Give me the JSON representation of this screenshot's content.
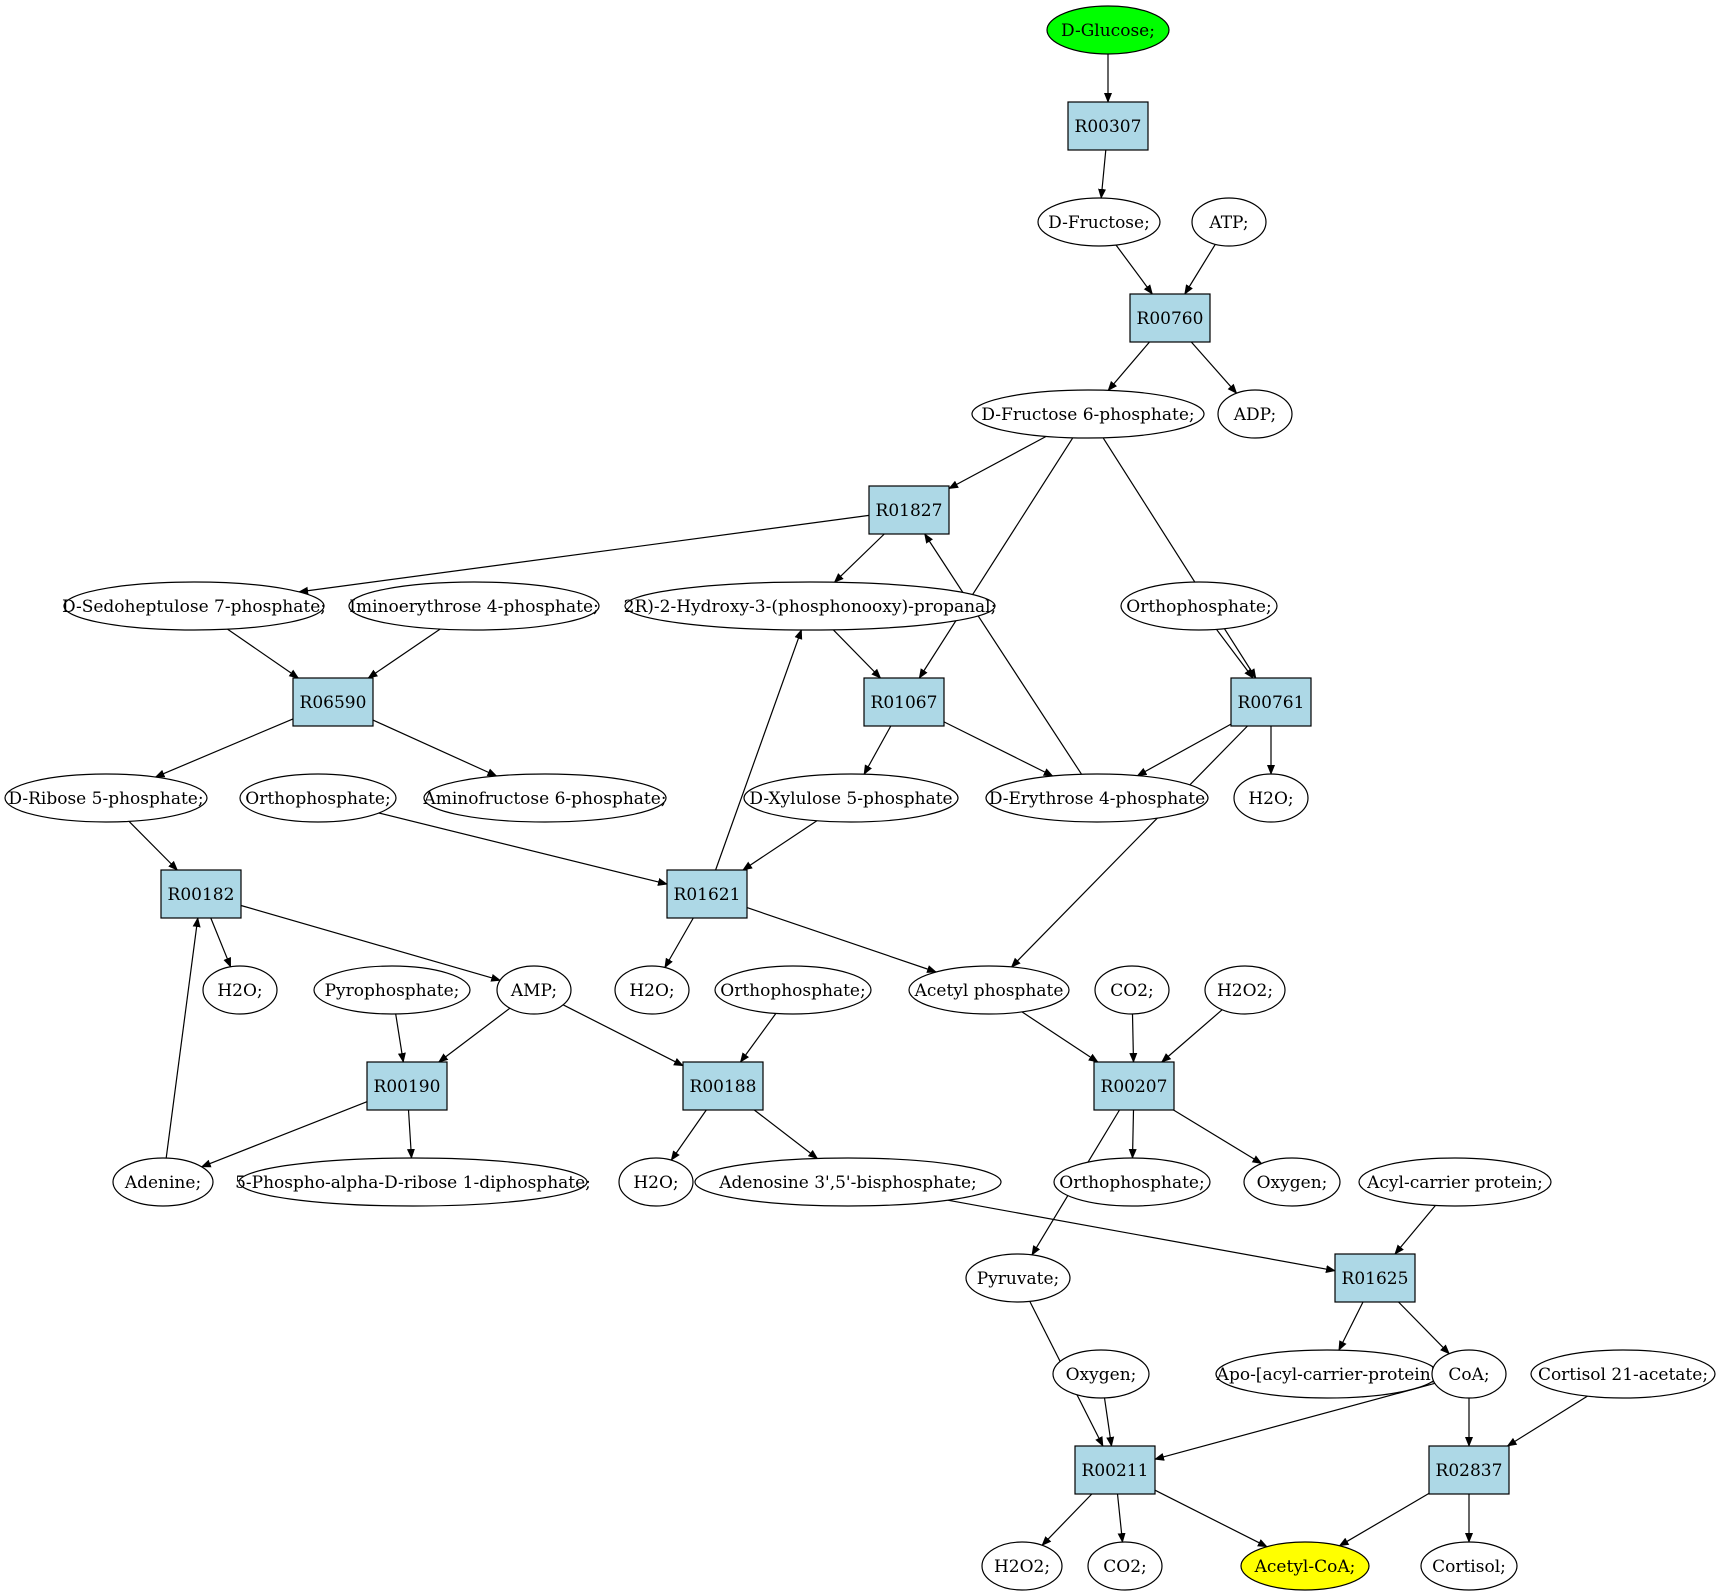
{
  "colors": {
    "start": "#00ff00",
    "end": "#ffff00",
    "reaction": "#add8e6",
    "compound": "#ffffff",
    "stroke": "#000000"
  },
  "nodes": {
    "glucose": {
      "label": "D-Glucose;",
      "kind": "start"
    },
    "r00307": {
      "label": "R00307",
      "kind": "reaction"
    },
    "fructose": {
      "label": "D-Fructose;",
      "kind": "compound"
    },
    "atp": {
      "label": "ATP;",
      "kind": "compound"
    },
    "r00760": {
      "label": "R00760",
      "kind": "reaction"
    },
    "f6p": {
      "label": "D-Fructose 6-phosphate;",
      "kind": "compound"
    },
    "adp": {
      "label": "ADP;",
      "kind": "compound"
    },
    "r01827": {
      "label": "R01827",
      "kind": "reaction"
    },
    "s7p": {
      "label": "D-Sedoheptulose 7-phosphate;",
      "kind": "compound"
    },
    "imino": {
      "label": "Iminoerythrose 4-phosphate;",
      "kind": "compound"
    },
    "g3p": {
      "label": "2R)-2-Hydroxy-3-(phosphonooxy)-propanal;",
      "kind": "compound"
    },
    "ortho1": {
      "label": "Orthophosphate;",
      "kind": "compound"
    },
    "r06590": {
      "label": "R06590",
      "kind": "reaction"
    },
    "r01067": {
      "label": "R01067",
      "kind": "reaction"
    },
    "r00761": {
      "label": "R00761",
      "kind": "reaction"
    },
    "r5p": {
      "label": "D-Ribose 5-phosphate;",
      "kind": "compound"
    },
    "ortho2": {
      "label": "Orthophosphate;",
      "kind": "compound"
    },
    "aminof6p": {
      "label": "Aminofructose 6-phosphate;",
      "kind": "compound"
    },
    "xu5p": {
      "label": "D-Xylulose 5-phosphate",
      "kind": "compound"
    },
    "e4p": {
      "label": "D-Erythrose 4-phosphate",
      "kind": "compound"
    },
    "h2o1": {
      "label": "H2O;",
      "kind": "compound"
    },
    "r00182": {
      "label": "R00182",
      "kind": "reaction"
    },
    "r01621": {
      "label": "R01621",
      "kind": "reaction"
    },
    "h2o2": {
      "label": "H2O;",
      "kind": "compound"
    },
    "ppi": {
      "label": "Pyrophosphate;",
      "kind": "compound"
    },
    "amp": {
      "label": "AMP;",
      "kind": "compound"
    },
    "h2o3": {
      "label": "H2O;",
      "kind": "compound"
    },
    "ortho3": {
      "label": "Orthophosphate;",
      "kind": "compound"
    },
    "acp": {
      "label": "Acetyl phosphate",
      "kind": "compound"
    },
    "co2a": {
      "label": "CO2;",
      "kind": "compound"
    },
    "h2o2a": {
      "label": "H2O2;",
      "kind": "compound"
    },
    "r00190": {
      "label": "R00190",
      "kind": "reaction"
    },
    "r00188": {
      "label": "R00188",
      "kind": "reaction"
    },
    "r00207": {
      "label": "R00207",
      "kind": "reaction"
    },
    "adenine": {
      "label": "Adenine;",
      "kind": "compound"
    },
    "prpp": {
      "label": "5-Phospho-alpha-D-ribose 1-diphosphate;",
      "kind": "compound"
    },
    "h2o4": {
      "label": "H2O;",
      "kind": "compound"
    },
    "pap": {
      "label": "Adenosine 3',5'-bisphosphate;",
      "kind": "compound"
    },
    "ortho4": {
      "label": "Orthophosphate;",
      "kind": "compound"
    },
    "oxygen1": {
      "label": "Oxygen;",
      "kind": "compound"
    },
    "acylcarrier": {
      "label": "Acyl-carrier protein;",
      "kind": "compound"
    },
    "pyruvate": {
      "label": "Pyruvate;",
      "kind": "compound"
    },
    "r01625": {
      "label": "R01625",
      "kind": "reaction"
    },
    "oxygen2": {
      "label": "Oxygen;",
      "kind": "compound"
    },
    "apoacp": {
      "label": "Apo-[acyl-carrier-protein]",
      "kind": "compound"
    },
    "coa": {
      "label": "CoA;",
      "kind": "compound"
    },
    "cortisolac": {
      "label": "Cortisol 21-acetate;",
      "kind": "compound"
    },
    "r00211": {
      "label": "R00211",
      "kind": "reaction"
    },
    "r02837": {
      "label": "R02837",
      "kind": "reaction"
    },
    "h2o2b": {
      "label": "H2O2;",
      "kind": "compound"
    },
    "co2b": {
      "label": "CO2;",
      "kind": "compound"
    },
    "acetylcoa": {
      "label": "Acetyl-CoA;",
      "kind": "end"
    },
    "cortisol": {
      "label": "Cortisol;",
      "kind": "compound"
    }
  },
  "edges": [
    [
      "glucose",
      "r00307"
    ],
    [
      "r00307",
      "fructose"
    ],
    [
      "fructose",
      "r00760"
    ],
    [
      "atp",
      "r00760"
    ],
    [
      "r00760",
      "f6p"
    ],
    [
      "r00760",
      "adp"
    ],
    [
      "f6p",
      "r01827"
    ],
    [
      "f6p",
      "r01067"
    ],
    [
      "f6p",
      "r00761"
    ],
    [
      "r01827",
      "s7p"
    ],
    [
      "r01827",
      "g3p"
    ],
    [
      "s7p",
      "r06590"
    ],
    [
      "imino",
      "r06590"
    ],
    [
      "g3p",
      "r01067"
    ],
    [
      "ortho1",
      "r00761"
    ],
    [
      "r06590",
      "r5p"
    ],
    [
      "r06590",
      "aminof6p"
    ],
    [
      "r01067",
      "xu5p"
    ],
    [
      "r01067",
      "e4p"
    ],
    [
      "e4p",
      "r01827"
    ],
    [
      "r00761",
      "e4p"
    ],
    [
      "r00761",
      "h2o1"
    ],
    [
      "r00761",
      "acp"
    ],
    [
      "r5p",
      "r00182"
    ],
    [
      "ortho2",
      "r01621"
    ],
    [
      "xu5p",
      "r01621"
    ],
    [
      "r01621",
      "g3p"
    ],
    [
      "r01621",
      "h2o3"
    ],
    [
      "r01621",
      "acp"
    ],
    [
      "r00182",
      "h2o2"
    ],
    [
      "r00182",
      "amp"
    ],
    [
      "adenine",
      "r00182"
    ],
    [
      "ppi",
      "r00190"
    ],
    [
      "amp",
      "r00190"
    ],
    [
      "amp",
      "r00188"
    ],
    [
      "ortho3",
      "r00188"
    ],
    [
      "acp",
      "r00207"
    ],
    [
      "co2a",
      "r00207"
    ],
    [
      "h2o2a",
      "r00207"
    ],
    [
      "r00190",
      "adenine"
    ],
    [
      "r00190",
      "prpp"
    ],
    [
      "r00188",
      "h2o4"
    ],
    [
      "r00188",
      "pap"
    ],
    [
      "r00207",
      "ortho4"
    ],
    [
      "r00207",
      "oxygen1"
    ],
    [
      "r00207",
      "pyruvate"
    ],
    [
      "pap",
      "r01625"
    ],
    [
      "acylcarrier",
      "r01625"
    ],
    [
      "r01625",
      "apoacp"
    ],
    [
      "r01625",
      "coa"
    ],
    [
      "pyruvate",
      "r00211"
    ],
    [
      "oxygen2",
      "r00211"
    ],
    [
      "coa",
      "r00211"
    ],
    [
      "coa",
      "r02837"
    ],
    [
      "cortisolac",
      "r02837"
    ],
    [
      "r00211",
      "h2o2b"
    ],
    [
      "r00211",
      "co2b"
    ],
    [
      "r00211",
      "acetylcoa"
    ],
    [
      "r02837",
      "acetylcoa"
    ],
    [
      "r02837",
      "cortisol"
    ]
  ]
}
